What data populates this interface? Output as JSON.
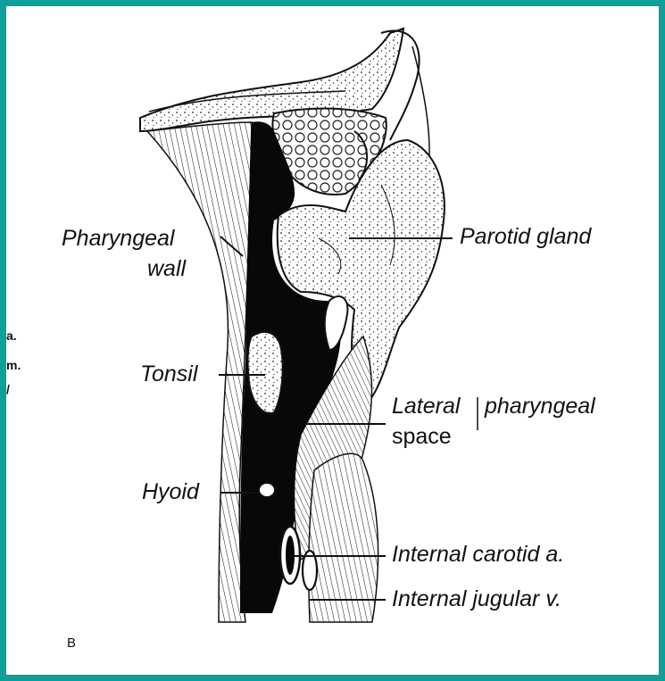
{
  "labels": {
    "pharyngeal_wall_1": "Pharyngeal",
    "pharyngeal_wall_2": "wall",
    "parotid": "Parotid gland",
    "tonsil": "Tonsil",
    "lateral_1": "Lateral",
    "lateral_2": "pharyngeal",
    "lateral_3": "space",
    "hyoid": "Hyoid",
    "carotid": "Internal carotid a.",
    "jugular": "Internal jugular v.",
    "panel": "B",
    "margin_1": "a.",
    "margin_2": "m.",
    "margin_3": "/"
  },
  "colors": {
    "frame": "#0e9e9b",
    "ink": "#111111",
    "paper": "#ffffff",
    "space": "#080808"
  }
}
